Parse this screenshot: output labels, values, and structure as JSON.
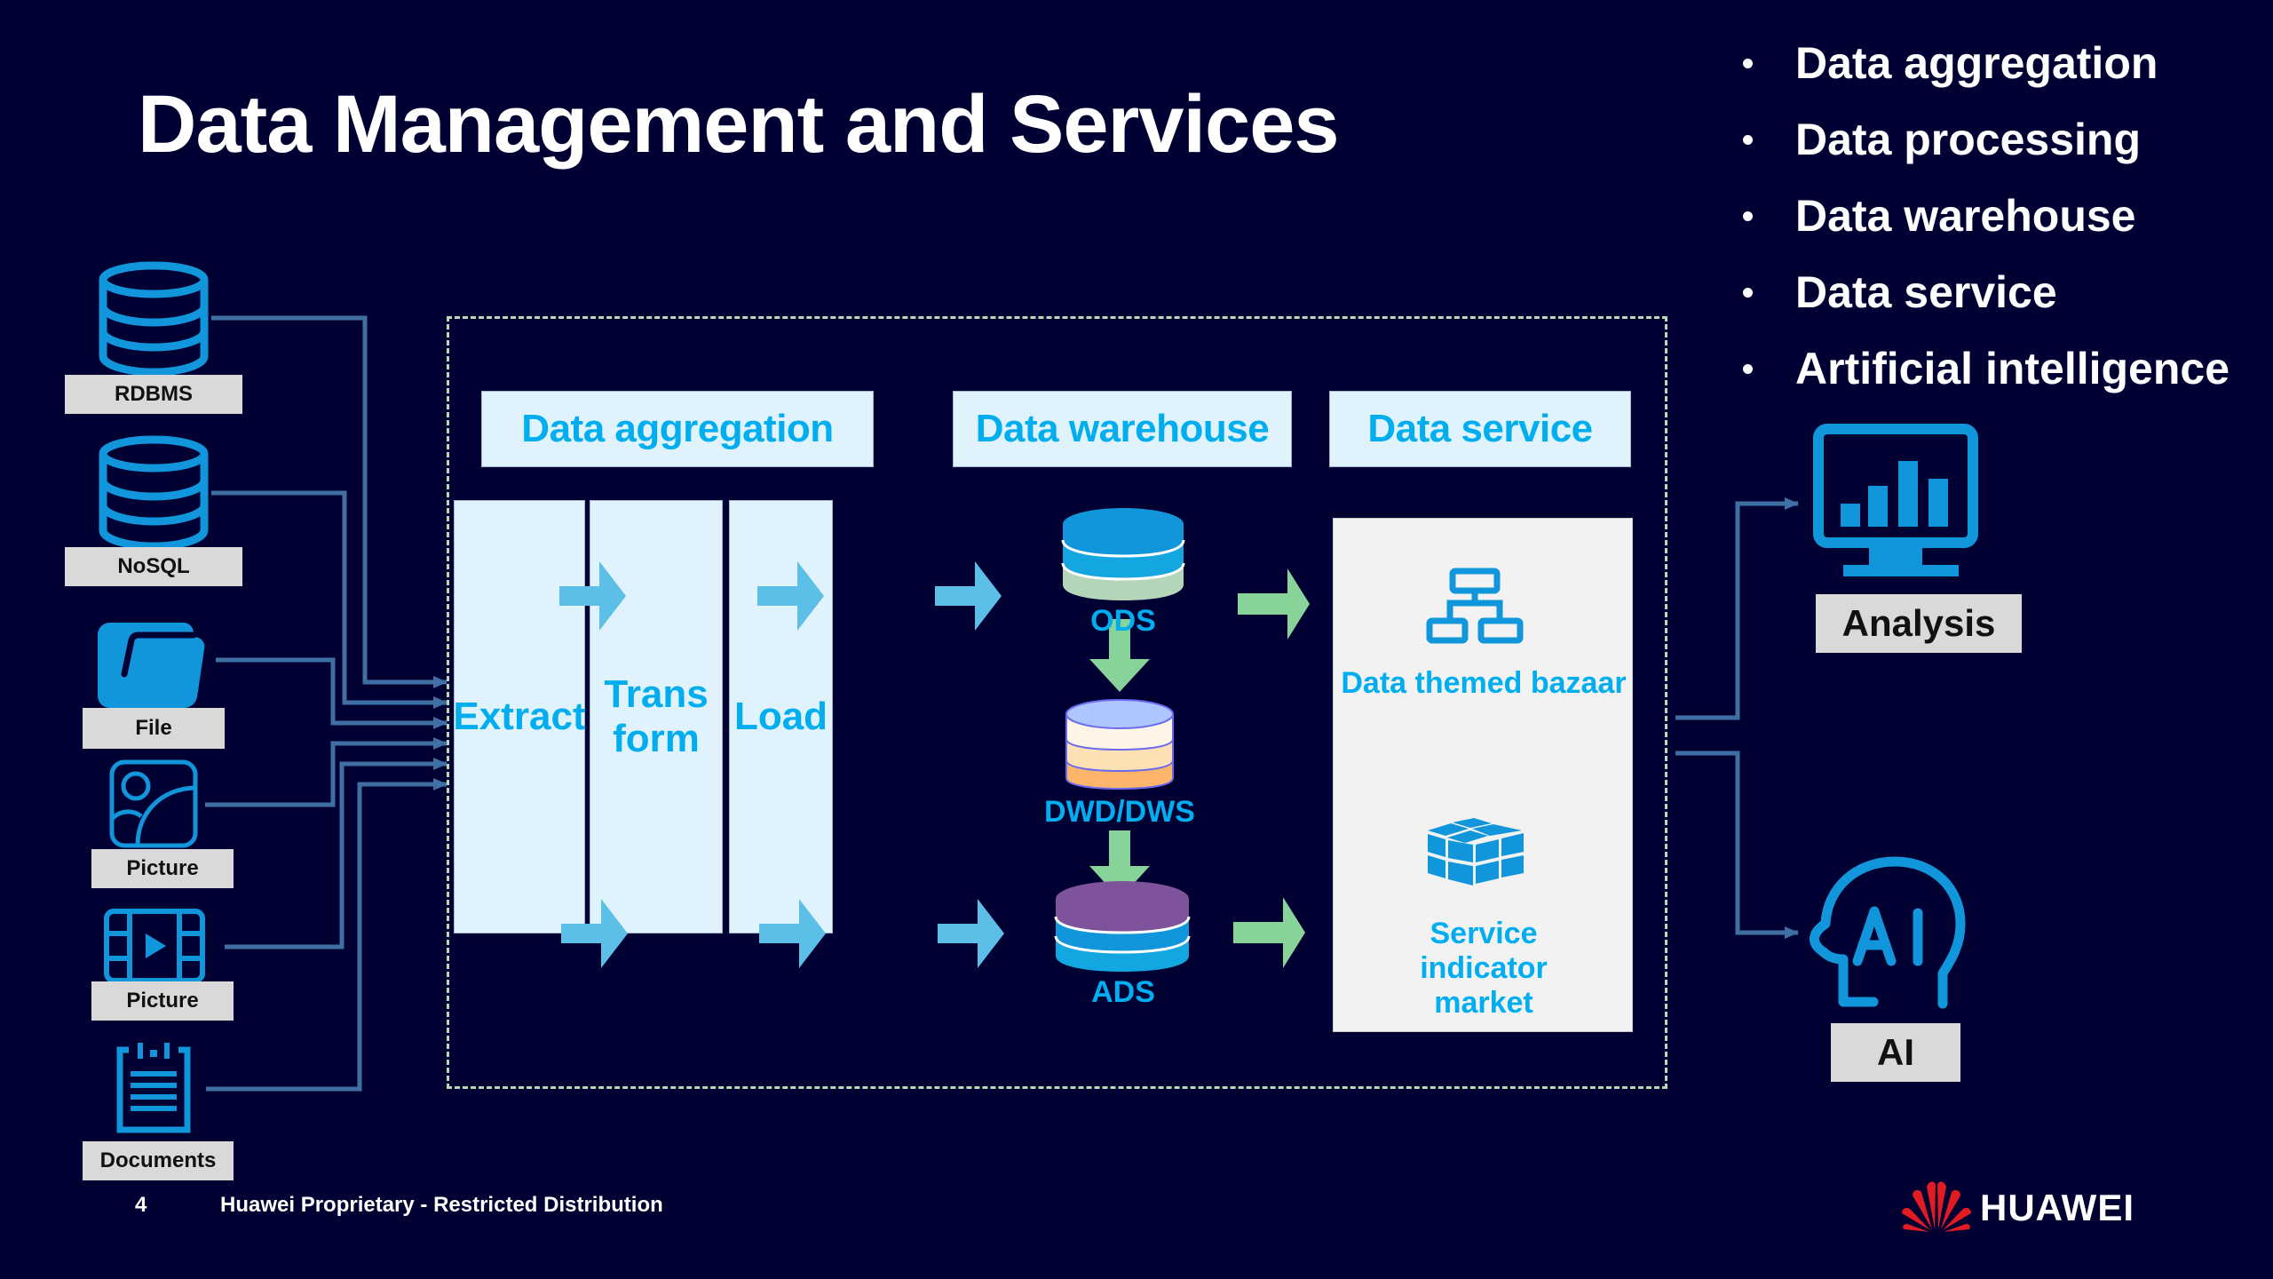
{
  "slide": {
    "title": "Data Management and Services",
    "bullets": [
      "Data aggregation",
      "Data processing",
      "Data warehouse",
      "Data service",
      "Artificial intelligence"
    ]
  },
  "sources": [
    {
      "label": "RDBMS",
      "icon": "database-icon"
    },
    {
      "label": "NoSQL",
      "icon": "database-icon"
    },
    {
      "label": "File",
      "icon": "folder-icon"
    },
    {
      "label": "Picture",
      "icon": "image-icon"
    },
    {
      "label": "Picture",
      "icon": "video-icon"
    },
    {
      "label": "Documents",
      "icon": "clipboard-icon"
    }
  ],
  "stages": {
    "aggregation": "Data aggregation",
    "warehouse": "Data warehouse",
    "service": "Data service"
  },
  "etl": {
    "extract": "Extract",
    "transform": "Trans form",
    "load": "Load"
  },
  "warehouse_layers": [
    "ODS",
    "DWD/DWS",
    "ADS"
  ],
  "services": [
    {
      "label": "Data themed bazaar",
      "icon": "hierarchy-icon"
    },
    {
      "label": "Service indicator market",
      "icon": "cube-icon"
    }
  ],
  "outputs": [
    {
      "label": "Analysis",
      "icon": "monitor-chart-icon"
    },
    {
      "label": "AI",
      "icon": "ai-head-icon"
    }
  ],
  "footer": {
    "page_number": "4",
    "classification": "Huawei Proprietary - Restricted Distribution",
    "brand": "HUAWEI"
  },
  "colors": {
    "background": "#000033",
    "accent_blue": "#00aeef",
    "icon_blue": "#1296db",
    "connector": "#3f6fa3",
    "flow_arrow": "#5bbfe8",
    "green_arrow": "#88d39a",
    "frame_dash": "#b6d9b6"
  }
}
